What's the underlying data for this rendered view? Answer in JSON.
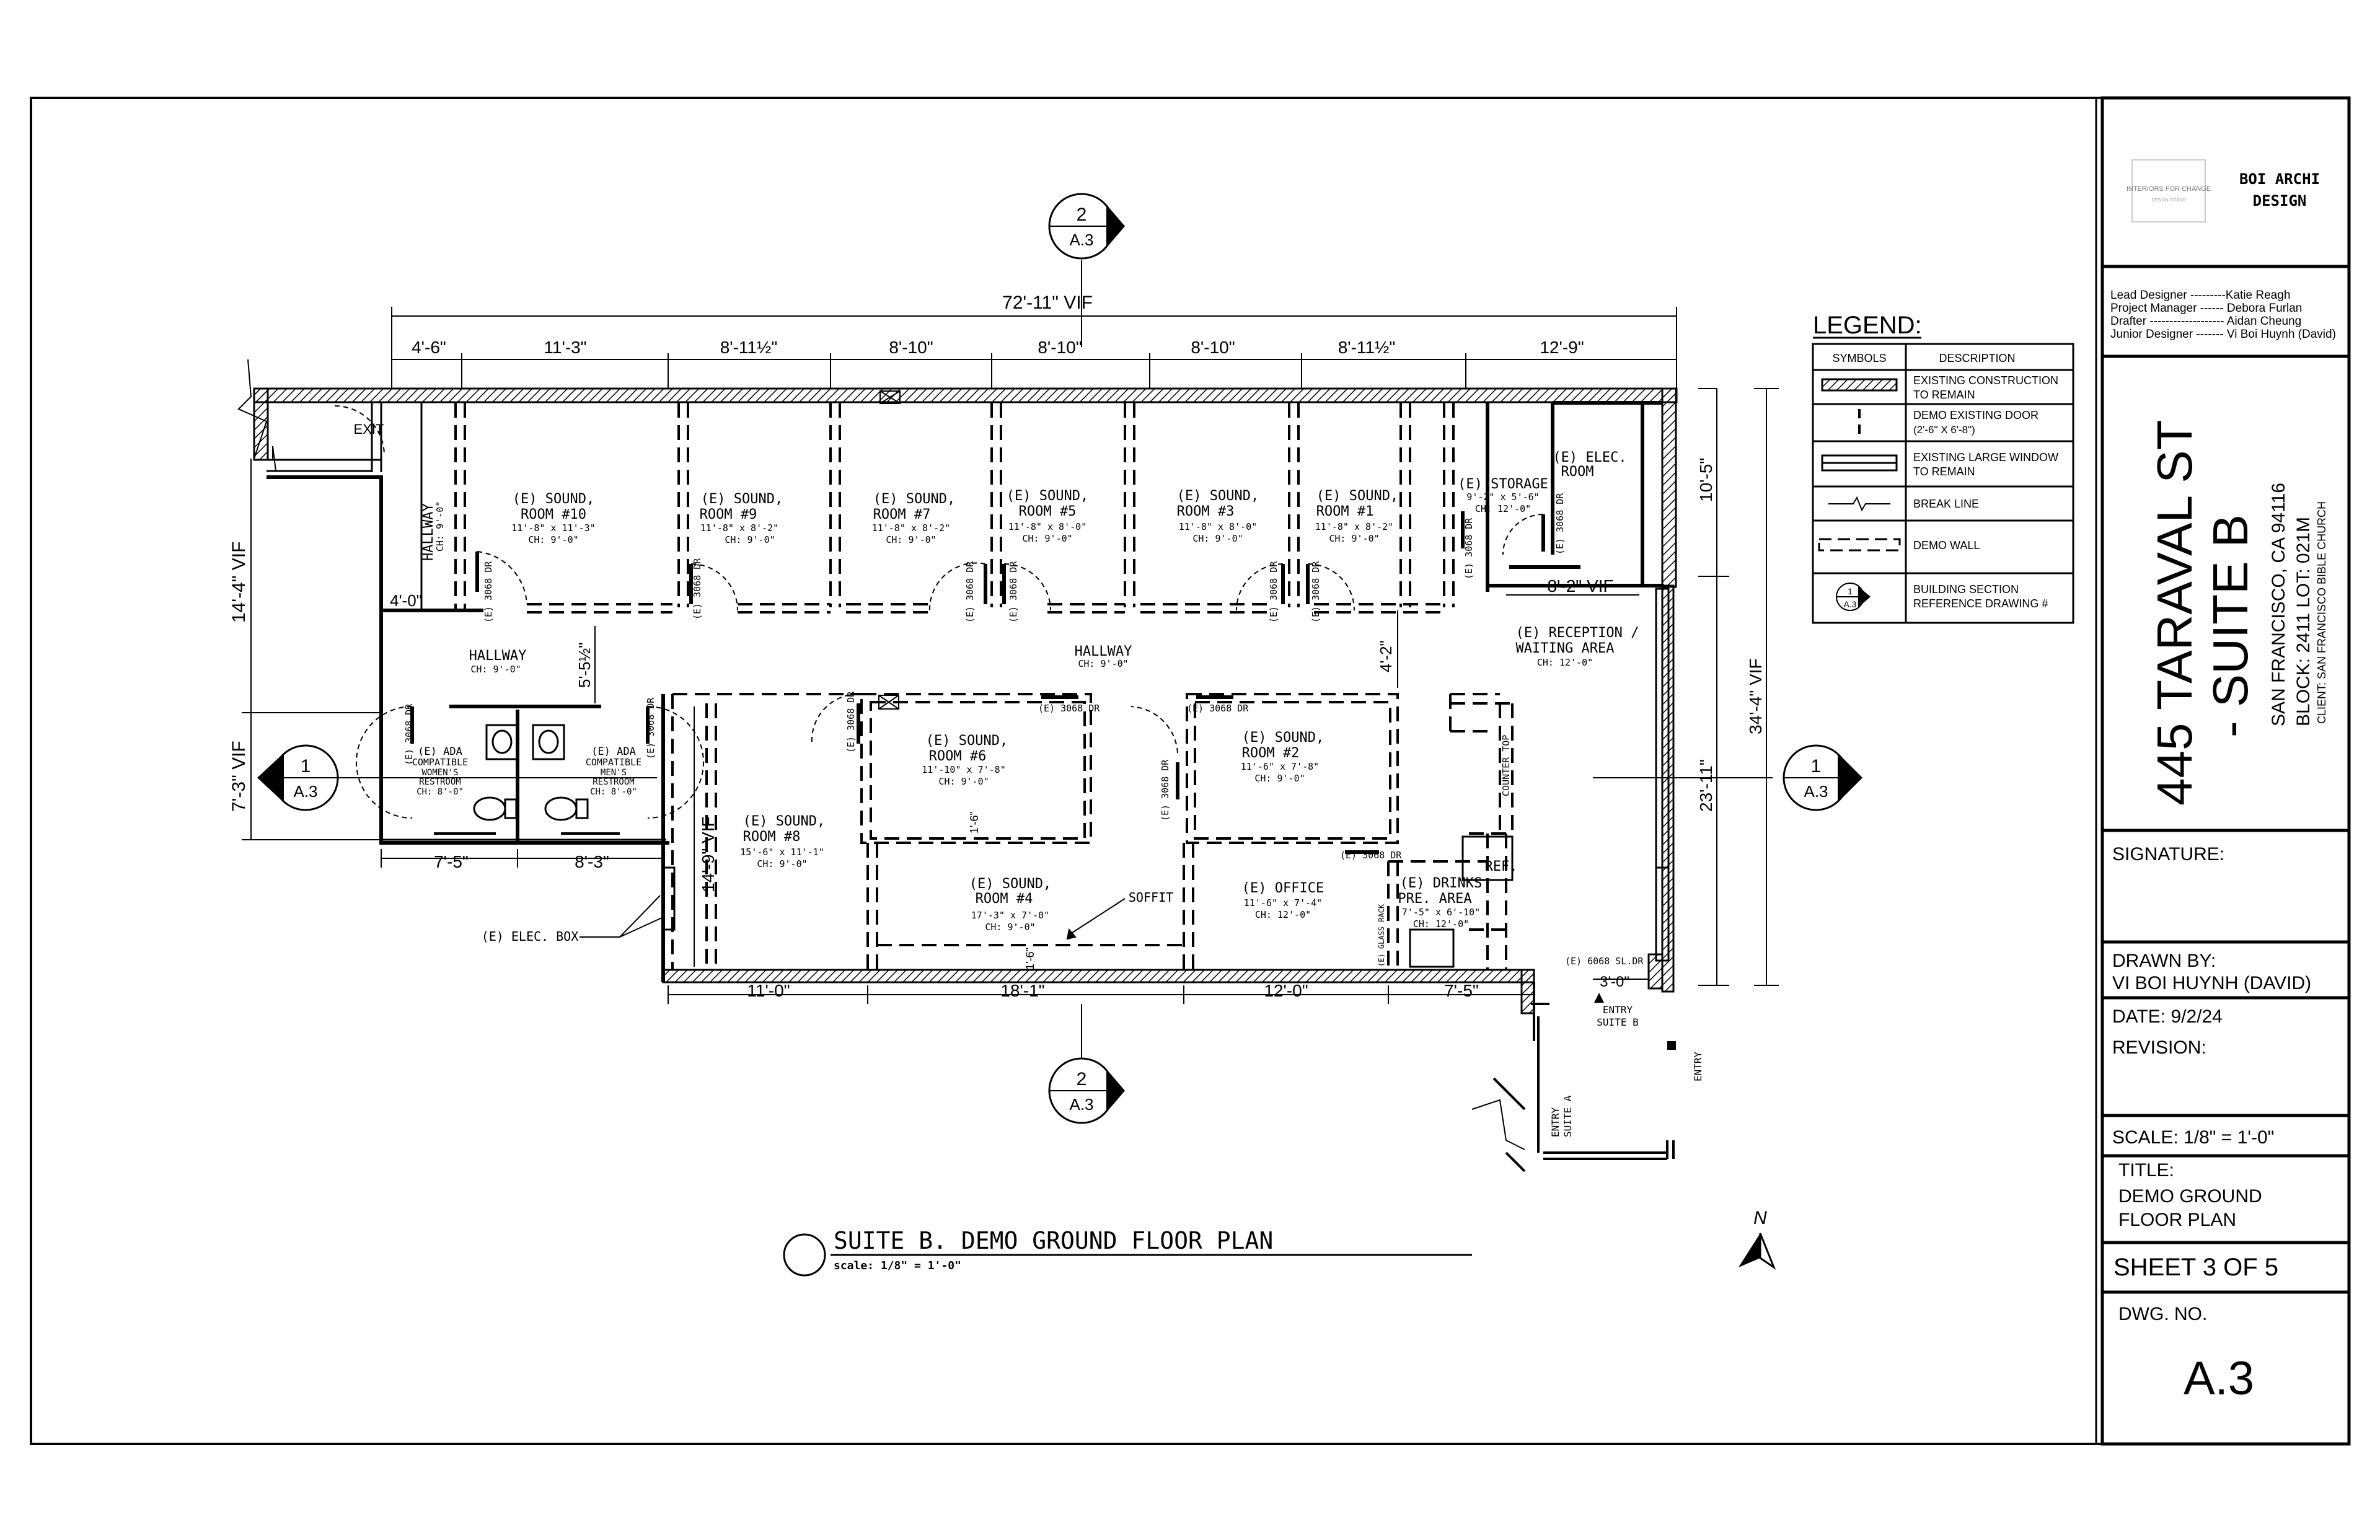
{
  "title_block": {
    "logo_text": "INTERIORS FOR CHANGE",
    "logo_subtext": "DESIGN STUDIO",
    "firm_line1": "BOI ARCHI",
    "firm_line2": "DESIGN",
    "team": [
      "Lead Designer ---------Katie Reagh",
      "Project Manager ------ Debora Furlan",
      "Drafter ------------------- Aidan Cheung",
      "Junior Designer ------- Vi Boi Huynh (David)"
    ],
    "project_line1": "445 TARAVAL ST",
    "project_line2": "- SUITE B",
    "address_line1": "SAN FRANCISCO, CA 94116",
    "address_line2": "BLOCK: 2411      LOT: 021M",
    "client": "CLIENT: SAN FRANCISCO BIBLE CHURCH",
    "signature_label": "SIGNATURE:",
    "drawn_by_label": "DRAWN BY:",
    "drawn_by_value": "VI BOI HUYNH (DAVID)",
    "date": "DATE: 9/2/24",
    "revision_label": "REVISION:",
    "scale": "SCALE: 1/8\" = 1'-0\"",
    "title_label": "TITLE:",
    "title_line1": "DEMO GROUND",
    "title_line2": "FLOOR PLAN",
    "sheet": "SHEET 3 OF 5",
    "dwg_label": "DWG. NO.",
    "dwg_value": "A.3"
  },
  "legend": {
    "heading": "LEGEND:",
    "col_symbols": "SYMBOLS",
    "col_description": "DESCRIPTION",
    "rows": [
      {
        "l1": "EXISTING CONSTRUCTION",
        "l2": "TO REMAIN"
      },
      {
        "l1": "DEMO EXISTING DOOR",
        "l2": "(2'-6\" X 6'-8\")"
      },
      {
        "l1": "EXISTING LARGE WINDOW",
        "l2": "TO REMAIN"
      },
      {
        "l1": "BREAK LINE",
        "l2": ""
      },
      {
        "l1": "DEMO WALL",
        "l2": ""
      },
      {
        "l1": "BUILDING SECTION",
        "l2": "REFERENCE DRAWING #"
      }
    ],
    "bubble_num": "1",
    "bubble_sheet": "A.3"
  },
  "plan": {
    "caption": "SUITE B. DEMO GROUND FLOOR PLAN",
    "caption_scale": "scale: 1/8\" = 1'-0\"",
    "north": "N",
    "section_top": {
      "num": "2",
      "sheet": "A.3"
    },
    "section_bottom": {
      "num": "2",
      "sheet": "A.3"
    },
    "section_left": {
      "num": "1",
      "sheet": "A.3"
    },
    "section_right": {
      "num": "1",
      "sheet": "A.3"
    },
    "dims": {
      "overall_top": "72'-11\" VIF",
      "top": [
        "4'-6\"",
        "11'-3\"",
        "8'-11½\"",
        "8'-10\"",
        "8'-10\"",
        "8'-10\"",
        "8'-11½\"",
        "12'-9\""
      ],
      "bottom": [
        "11'-0\"",
        "18'-1\"",
        "12'-0\"",
        "7'-5\""
      ],
      "restroom": [
        "7'-5\"",
        "8'-3\""
      ],
      "left_upper": "14'-4\" VIF",
      "left_lower": "7'-3\" VIF",
      "right_top": "10'-5\"",
      "right_mid": "23'-11\"",
      "right_overall": "34'-4\" VIF",
      "hall_4_0": "4'-0\"",
      "hall_5_5": "5'-5½\"",
      "hall_4_2": "4'-2\"",
      "storage_8_2": "8'-2\" VIF",
      "room8_14_9": "14'-9\" VIF",
      "entry_3_0": "3'-0\"",
      "room6_1_6": "1'-6\"",
      "room4_1_6": "1'-6\""
    },
    "rooms": [
      {
        "name": "(E) SOUND,",
        "sub": "ROOM #10",
        "size": "11'-8\" x 11'-3\"",
        "ch": "CH: 9'-0\""
      },
      {
        "name": "(E) SOUND,",
        "sub": "ROOM #9",
        "size": "11'-8\" x 8'-2\"",
        "ch": "CH: 9'-0\""
      },
      {
        "name": "(E) SOUND,",
        "sub": "ROOM #7",
        "size": "11'-8\" x 8'-2\"",
        "ch": "CH: 9'-0\""
      },
      {
        "name": "(E) SOUND,",
        "sub": "ROOM #5",
        "size": "11'-8\" x 8'-0\"",
        "ch": "CH: 9'-0\""
      },
      {
        "name": "(E) SOUND,",
        "sub": "ROOM #3",
        "size": "11'-8\" x 8'-0\"",
        "ch": "CH: 9'-0\""
      },
      {
        "name": "(E) SOUND,",
        "sub": "ROOM #1",
        "size": "11'-8\" x 8'-2\"",
        "ch": "CH: 9'-0\""
      },
      {
        "name": "(E) STORAGE",
        "sub": "",
        "size": "9'-2\" x 5'-6\"",
        "ch": "CH: 12'-0\""
      },
      {
        "name": "(E) SOUND,",
        "sub": "ROOM #6",
        "size": "11'-10\" x 7'-8\"",
        "ch": "CH: 9'-0\""
      },
      {
        "name": "(E) SOUND,",
        "sub": "ROOM #2",
        "size": "11'-6\" x 7'-8\"",
        "ch": "CH: 9'-0\""
      },
      {
        "name": "(E) SOUND,",
        "sub": "ROOM #8",
        "size": "15'-6\" x 11'-1\"",
        "ch": "CH: 9'-0\""
      },
      {
        "name": "(E) SOUND,",
        "sub": "ROOM #4",
        "size": "17'-3\" x 7'-0\"",
        "ch": "CH: 9'-0\""
      },
      {
        "name": "(E) OFFICE",
        "sub": "",
        "size": "11'-6\" x 7'-4\"",
        "ch": "CH: 12'-0\""
      },
      {
        "name": "(E) DRINKS",
        "sub": "PRE. AREA",
        "size": "7'-5\" x 6'-10\"",
        "ch": "CH: 12'-0\""
      },
      {
        "name": "(E) RECEPTION /",
        "sub": "WAITING AREA",
        "size": "",
        "ch": "CH: 12'-0\""
      }
    ],
    "labels": {
      "exit": "EXIT",
      "hallway_v": "HALLWAY",
      "hallway_v_ch": "CH: 9'-0\"",
      "hallway_l": "HALLWAY",
      "hallway_l_ch": "CH: 9'-0\"",
      "hallway_c": "HALLWAY",
      "hallway_c_ch": "CH: 9'-0\"",
      "elec_room_1": "(E) ELEC.",
      "elec_room_2": "ROOM",
      "elec_box": "(E)  ELEC. BOX",
      "soffit": "SOFFIT",
      "counter_top": "COUNTER TOP",
      "ref": "REF.",
      "glass_rack": "(E) GLASS RACK",
      "door_3068": "(E) 3068 DR",
      "door_6068": "(E) 6068 SL.DR",
      "entry_b1": "ENTRY",
      "entry_b2": "SUITE B",
      "entry_a1": "ENTRY",
      "entry_a2": "SUITE A",
      "entry": "ENTRY",
      "wr1": "(E) ADA",
      "wr2": "COMPATIBLE",
      "wr3": "WOMEN'S",
      "wr4": "RESTROOM",
      "wr5": "CH: 8'-0\"",
      "mr1": "(E) ADA",
      "mr2": "COMPATIBLE",
      "mr3": "MEN'S",
      "mr4": "RESTROOM",
      "mr5": "CH: 8'-0\""
    }
  }
}
